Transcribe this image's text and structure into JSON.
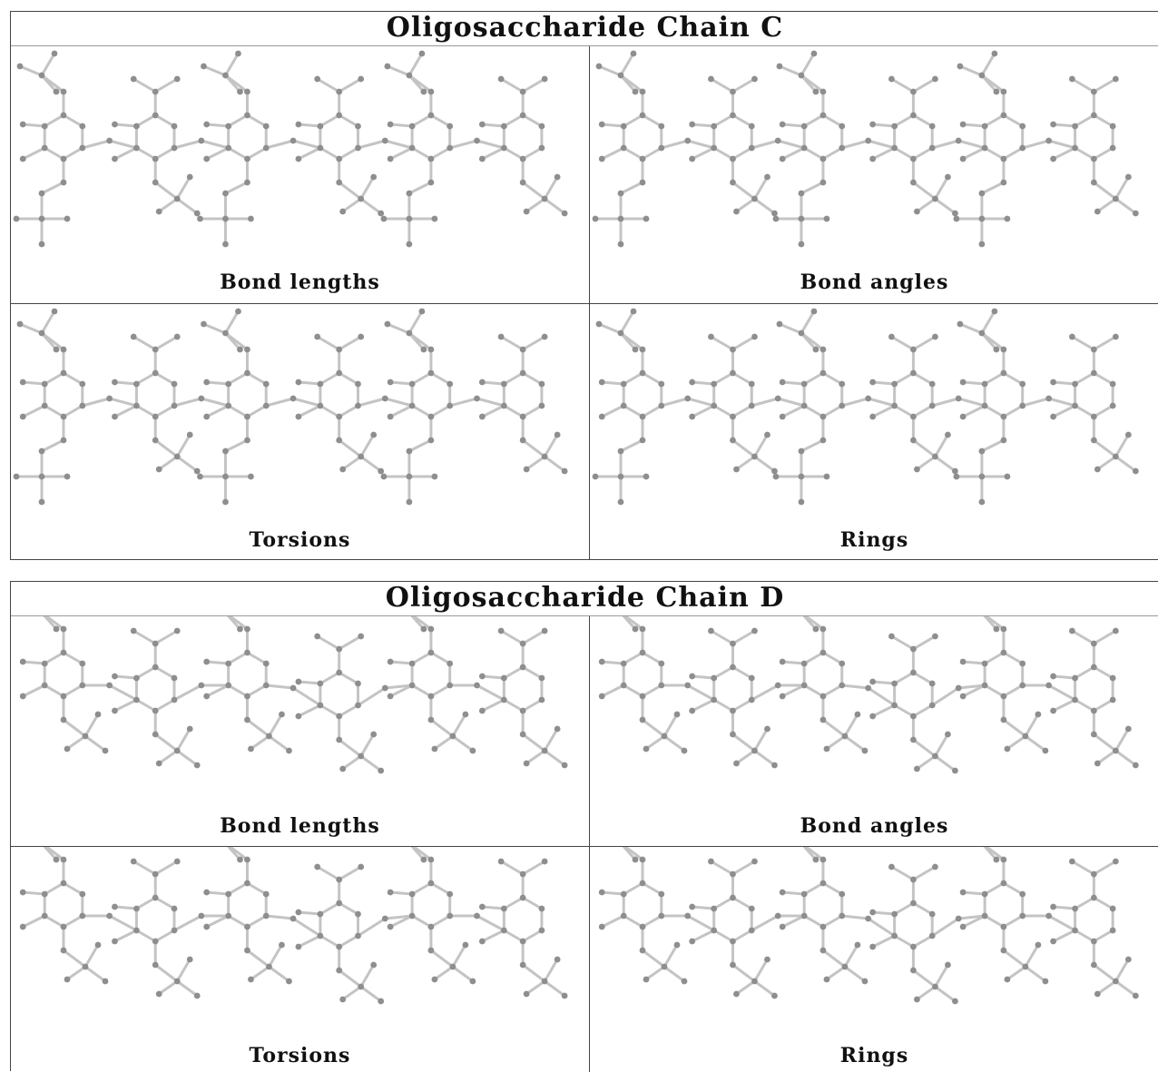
{
  "figures": [
    {
      "title": "Oligosaccharide Chain C",
      "cells": [
        {
          "label": "Bond lengths"
        },
        {
          "label": "Bond angles"
        },
        {
          "label": "Torsions"
        },
        {
          "label": "Rings"
        }
      ]
    },
    {
      "title": "Oligosaccharide Chain D",
      "cells": [
        {
          "label": "Bond lengths"
        },
        {
          "label": "Bond angles"
        },
        {
          "label": "Torsions"
        },
        {
          "label": "Rings"
        }
      ]
    }
  ],
  "colors": {
    "atom": "#8e8e8e",
    "bond": "#c4c4c4",
    "border": "#444444"
  }
}
